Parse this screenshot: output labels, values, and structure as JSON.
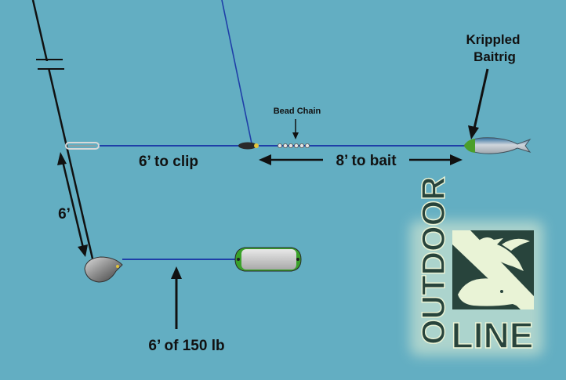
{
  "labels": {
    "bait_rig_line1": "Krippled",
    "bait_rig_line2": "Baitrig",
    "bead_chain": "Bead Chain",
    "to_clip": "6’ to clip",
    "to_bait": "8’ to bait",
    "six_ft": "6’",
    "leader": "6’ of 150 lb"
  },
  "logo": {
    "word_top": "OUTDOOR",
    "word_bottom": "LINE",
    "icons": [
      "duck-icon",
      "fish-icon"
    ]
  },
  "colors": {
    "background": "#63aec2",
    "line_blue": "#1f3fa8",
    "logo_dark": "#28443c",
    "logo_light": "#e9f3d6",
    "flasher_green": "#3aa12a",
    "bait_green": "#4b9f2a"
  }
}
